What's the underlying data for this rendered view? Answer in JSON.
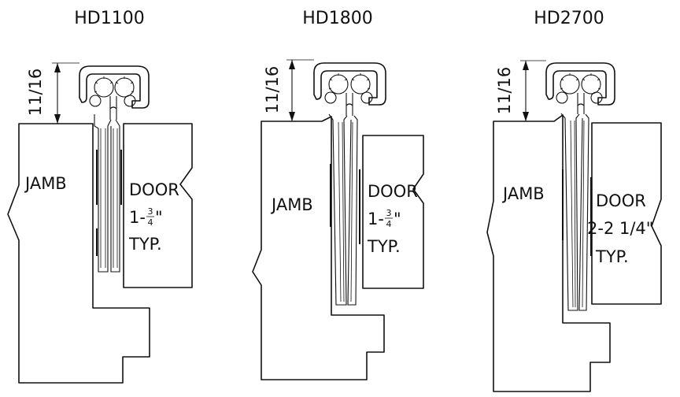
{
  "diagrams": [
    {
      "model": "HD1100",
      "dimension_label": "11/16",
      "jamb_label": "JAMB",
      "door_label": "DOOR",
      "door_thickness": {
        "whole": "1-",
        "numerator": "3",
        "denominator": "4",
        "suffix": "\""
      },
      "typ_label": "TYP."
    },
    {
      "model": "HD1800",
      "dimension_label": "11/16",
      "jamb_label": "JAMB",
      "door_label": "DOOR",
      "door_thickness": {
        "whole": "1-",
        "numerator": "3",
        "denominator": "4",
        "suffix": "\""
      },
      "typ_label": "TYP."
    },
    {
      "model": "HD2700",
      "dimension_label": "11/16",
      "jamb_label": "JAMB",
      "door_label": "DOOR",
      "door_thickness_text": "2-2 1/4\"",
      "typ_label": "TYP."
    }
  ]
}
